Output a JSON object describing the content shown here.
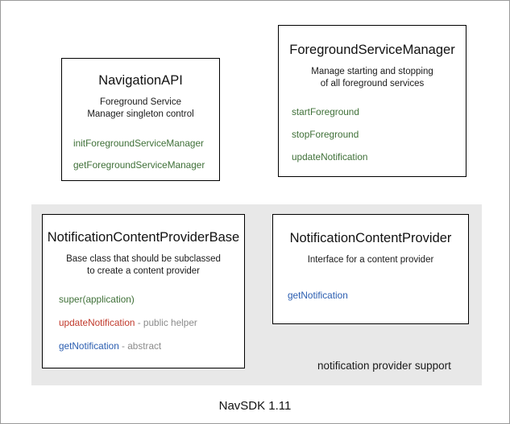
{
  "diagram": {
    "footer_label": "NavSDK 1.11",
    "group": {
      "caption": "notification provider support",
      "background_color": "#e8e8e8"
    },
    "colors": {
      "method_green": "#3f7038",
      "method_red": "#c0392b",
      "method_blue": "#2a5db0",
      "note_gray": "#8a8a8a",
      "box_border": "#000000",
      "page_border": "#9a9a9a"
    },
    "boxes": [
      {
        "title": "NavigationAPI",
        "description": "Foreground Service\nManager singleton control",
        "members": [
          {
            "name": "initForegroundServiceManager",
            "note": ""
          },
          {
            "name": "getForegroundServiceManager",
            "note": ""
          }
        ]
      },
      {
        "title": "ForegroundServiceManager",
        "description": "Manage starting and stopping\nof all foreground services",
        "members": [
          {
            "name": "startForeground",
            "note": ""
          },
          {
            "name": "stopForeground",
            "note": ""
          },
          {
            "name": "updateNotification",
            "note": ""
          }
        ]
      },
      {
        "title": "NotificationContentProviderBase",
        "description": "Base class that should be subclassed\nto create a content provider",
        "members": [
          {
            "name": "super(application)",
            "note": ""
          },
          {
            "name": "updateNotification",
            "note": " - public helper"
          },
          {
            "name": "getNotification",
            "note": " - abstract"
          }
        ]
      },
      {
        "title": "NotificationContentProvider",
        "description": "Interface for a content provider",
        "members": [
          {
            "name": "getNotification",
            "note": ""
          }
        ]
      }
    ]
  }
}
